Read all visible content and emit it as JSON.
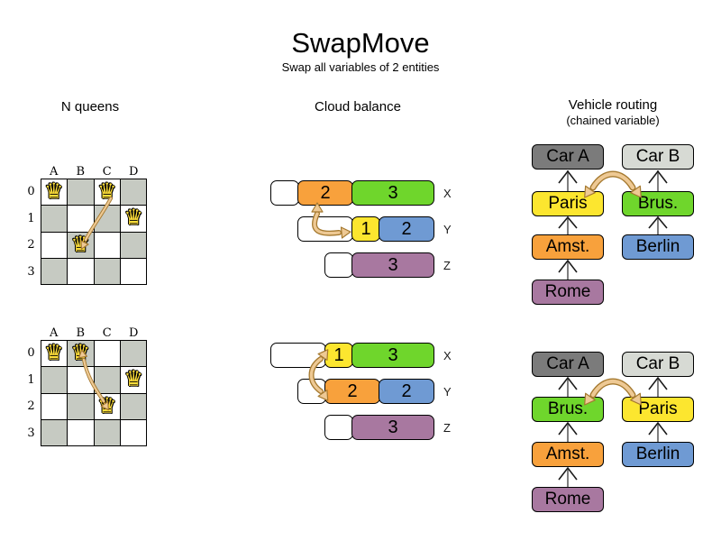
{
  "title": "SwapMove",
  "subtitle": "Swap all variables of 2 entities",
  "icons": {
    "queen": "♛"
  },
  "colors": {
    "orange": "#f8a13c",
    "green": "#6fd62c",
    "yellow": "#fce62f",
    "blue": "#6f9ad3",
    "purple": "#a878a0",
    "car_a_gray": "#7b7b7b",
    "car_b_gray": "#d7dad4",
    "board_gray": "#c6cac2",
    "swap_arrow_fill": "#eec994",
    "swap_arrow_stroke": "#a5792f"
  },
  "nqueens": {
    "label": "N queens",
    "columns": [
      "A",
      "B",
      "C",
      "D"
    ],
    "rows": [
      "0",
      "1",
      "2",
      "3"
    ],
    "before": {
      "queen_cells": [
        "A0",
        "C0",
        "D1",
        "B2"
      ],
      "swap": [
        "C0",
        "B2"
      ]
    },
    "after": {
      "queen_cells": [
        "A0",
        "B0",
        "D1",
        "C2"
      ],
      "swap": [
        "B0",
        "C2"
      ]
    }
  },
  "cloud_balance": {
    "label": "Cloud balance",
    "before": {
      "computers": [
        {
          "name": "X",
          "processes": [
            {
              "value": 2,
              "color": "orange"
            },
            {
              "value": 3,
              "color": "green"
            }
          ]
        },
        {
          "name": "Y",
          "processes": [
            {
              "value": 1,
              "color": "yellow"
            },
            {
              "value": 2,
              "color": "blue"
            }
          ]
        },
        {
          "name": "Z",
          "processes": [
            {
              "value": 3,
              "color": "purple"
            }
          ]
        }
      ],
      "swap": [
        "X:2",
        "Y:1"
      ]
    },
    "after": {
      "computers": [
        {
          "name": "X",
          "processes": [
            {
              "value": 1,
              "color": "yellow"
            },
            {
              "value": 3,
              "color": "green"
            }
          ]
        },
        {
          "name": "Y",
          "processes": [
            {
              "value": 2,
              "color": "orange"
            },
            {
              "value": 2,
              "color": "blue"
            }
          ]
        },
        {
          "name": "Z",
          "processes": [
            {
              "value": 3,
              "color": "purple"
            }
          ]
        }
      ],
      "swap": [
        "X:1",
        "Y:2"
      ]
    }
  },
  "vehicle_routing": {
    "label": "Vehicle routing",
    "sublabel": "(chained variable)",
    "before": {
      "chains": [
        {
          "anchor": {
            "label": "Car A",
            "color": "car_a_gray"
          },
          "stops": [
            {
              "label": "Paris",
              "color": "yellow"
            },
            {
              "label": "Amst.",
              "color": "orange"
            },
            {
              "label": "Rome",
              "color": "purple"
            }
          ]
        },
        {
          "anchor": {
            "label": "Car B",
            "color": "car_b_gray"
          },
          "stops": [
            {
              "label": "Brus.",
              "color": "green"
            },
            {
              "label": "Berlin",
              "color": "blue"
            }
          ]
        }
      ],
      "swap": [
        "Paris",
        "Brus."
      ]
    },
    "after": {
      "chains": [
        {
          "anchor": {
            "label": "Car A",
            "color": "car_a_gray"
          },
          "stops": [
            {
              "label": "Brus.",
              "color": "green"
            },
            {
              "label": "Amst.",
              "color": "orange"
            },
            {
              "label": "Rome",
              "color": "purple"
            }
          ]
        },
        {
          "anchor": {
            "label": "Car B",
            "color": "car_b_gray"
          },
          "stops": [
            {
              "label": "Paris",
              "color": "yellow"
            },
            {
              "label": "Berlin",
              "color": "blue"
            }
          ]
        }
      ],
      "swap": [
        "Brus.",
        "Paris"
      ]
    }
  }
}
